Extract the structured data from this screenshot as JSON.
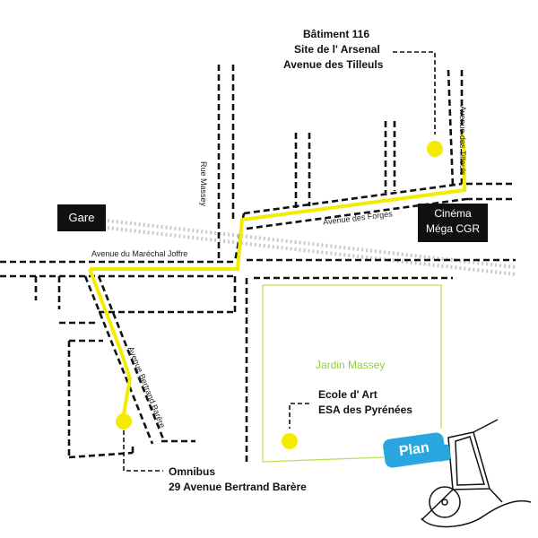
{
  "labels": {
    "batiment": [
      "Bâtiment 116",
      "Site de l' Arsenal",
      "Avenue des Tilleuls"
    ],
    "gare": "Gare",
    "cinema": [
      "Cinéma",
      "Méga CGR"
    ],
    "ecole": [
      "Ecole d' Art",
      "ESA des Pyrénées"
    ],
    "omnibus": [
      "Omnibus",
      "29 Avenue Bertrand Barère"
    ],
    "plan_button": "Plan"
  },
  "streets": {
    "rue_massey": "Rue Massey",
    "avenue_tilleuls": "Avenue des Tilleuls",
    "avenue_forges": "Avenue des Forges",
    "avenue_joffre": "Avenue du Maréchal Joffre",
    "avenue_bertrand": "Avenue Bertrand Barère",
    "jardin": "Jardin Massey"
  },
  "colors": {
    "route": "#f3ec00",
    "marker": "#f3ec00",
    "park_outline": "#b6e05a",
    "park_text": "#92cf2e",
    "box_bg": "#111111",
    "plan_button": "#2aa6df",
    "railway": "#c8c8c8"
  },
  "icons": [
    "wheelbarrow-icon"
  ]
}
